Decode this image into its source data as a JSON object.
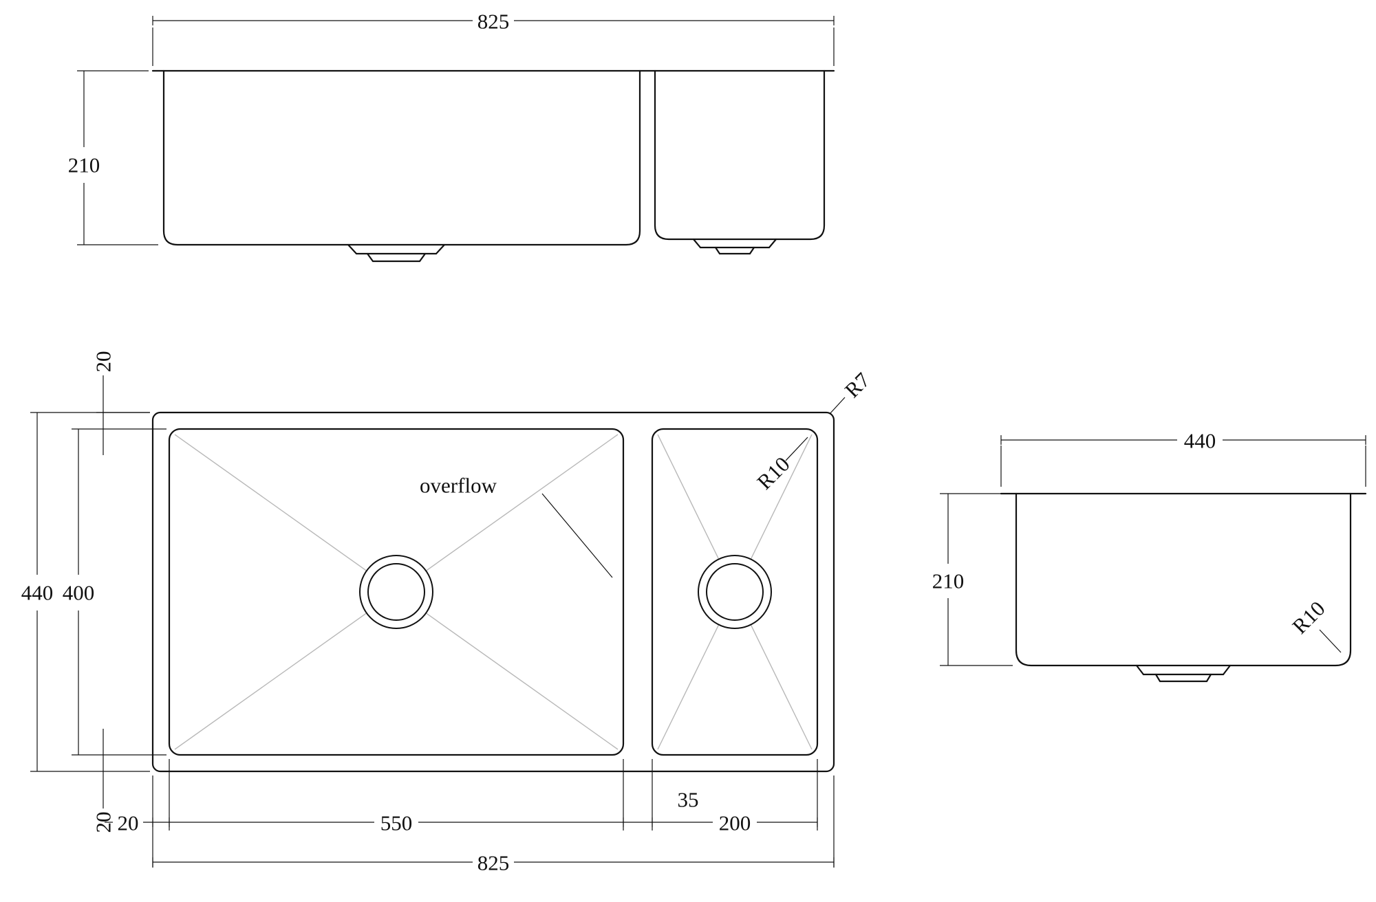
{
  "colors": {
    "line": "#111111",
    "construction": "#b8b8b8",
    "background": "#ffffff"
  },
  "views": {
    "front": {
      "overall_width": "825",
      "depth": "210"
    },
    "plan": {
      "rim_top": "20",
      "overall_depth": "440",
      "bowl_depth": "400",
      "rim_bottom": "20",
      "rim_left": "20",
      "main_bowl_width": "550",
      "divider_width": "35",
      "small_bowl_width": "200",
      "overall_width": "825",
      "corner_radius_outer": "R7",
      "corner_radius_bowl": "R10",
      "overflow_label": "overflow"
    },
    "side": {
      "overall_width": "440",
      "depth": "210",
      "corner_radius_bowl": "R10"
    }
  }
}
